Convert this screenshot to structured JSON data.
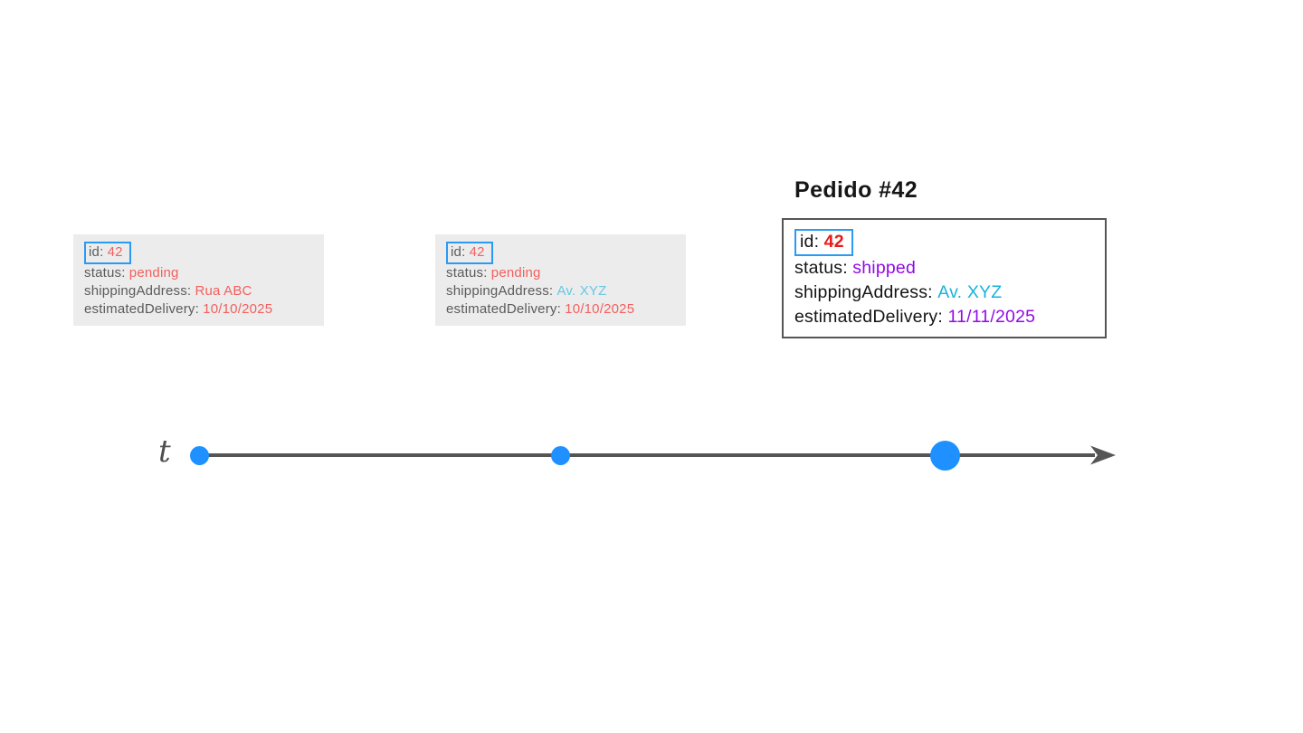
{
  "colors": {
    "dot-blue": "#1e90ff",
    "box-blue": "#2b9af3",
    "salmon": "#f2605e",
    "red": "#e81a17",
    "cyan": "#18b3dc",
    "cyan-faded": "#68c7e4",
    "purple": "#9309e9",
    "gray-label": "#5b5b5b",
    "black": "#141414",
    "card-bg": "#ececec",
    "axis": "#555555"
  },
  "title": {
    "text": "Pedido #42"
  },
  "cards": [
    {
      "state": "past",
      "fields": [
        {
          "label": "id:",
          "value": "42",
          "color": "salmon",
          "boxed": true
        },
        {
          "label": "status:",
          "value": "pending",
          "color": "salmon"
        },
        {
          "label": "shippingAddress:",
          "value": "Rua ABC",
          "color": "salmon"
        },
        {
          "label": "estimatedDelivery:",
          "value": "10/10/2025",
          "color": "salmon"
        }
      ]
    },
    {
      "state": "past",
      "fields": [
        {
          "label": "id:",
          "value": "42",
          "color": "salmon",
          "boxed": true
        },
        {
          "label": "status:",
          "value": "pending",
          "color": "salmon"
        },
        {
          "label": "shippingAddress:",
          "value": "Av. XYZ",
          "color": "cyan-faded"
        },
        {
          "label": "estimatedDelivery:",
          "value": "10/10/2025",
          "color": "salmon"
        }
      ]
    },
    {
      "state": "current",
      "fields": [
        {
          "label": "id:",
          "value": "42",
          "color": "red",
          "boxed": true
        },
        {
          "label": "status:",
          "value": "shipped",
          "color": "purple"
        },
        {
          "label": "shippingAddress:",
          "value": "Av. XYZ",
          "color": "cyan"
        },
        {
          "label": "estimatedDelivery:",
          "value": "11/11/2025",
          "color": "purple"
        }
      ]
    }
  ],
  "timeline": {
    "axis_label": "t",
    "points": [
      {
        "state": "past"
      },
      {
        "state": "past"
      },
      {
        "state": "current"
      }
    ]
  }
}
